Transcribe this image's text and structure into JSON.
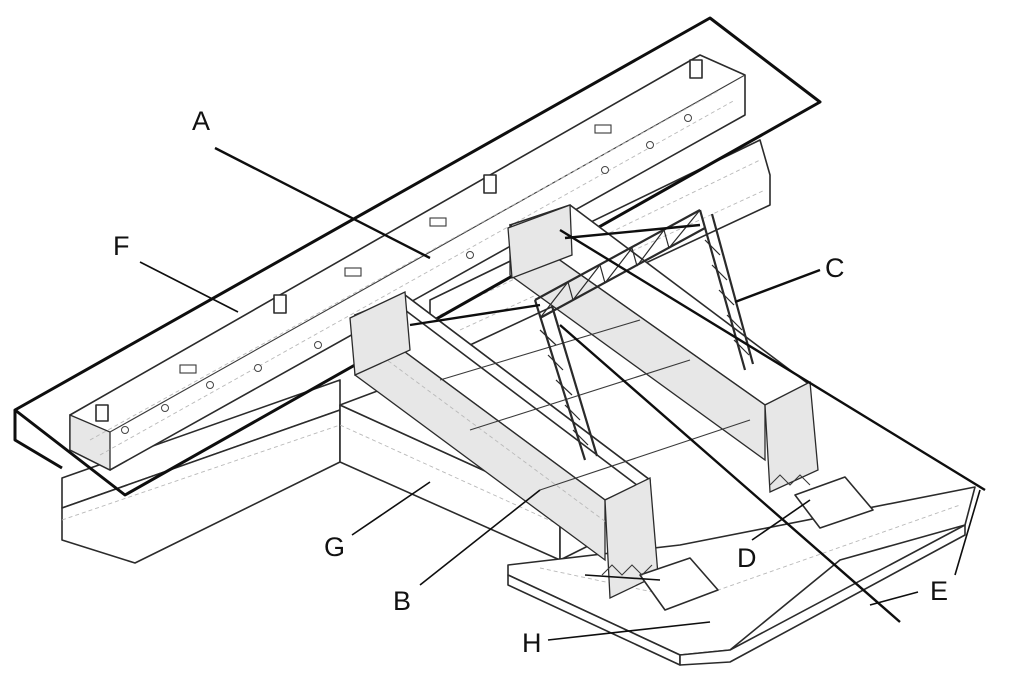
{
  "labels": {
    "A": "A",
    "B": "B",
    "C": "C",
    "D": "D",
    "E": "E",
    "F": "F",
    "G": "G",
    "H": "H"
  },
  "colors": {
    "line": "#2b2b2b",
    "hidden_line": "#b9b9b9",
    "background": "#ffffff"
  }
}
